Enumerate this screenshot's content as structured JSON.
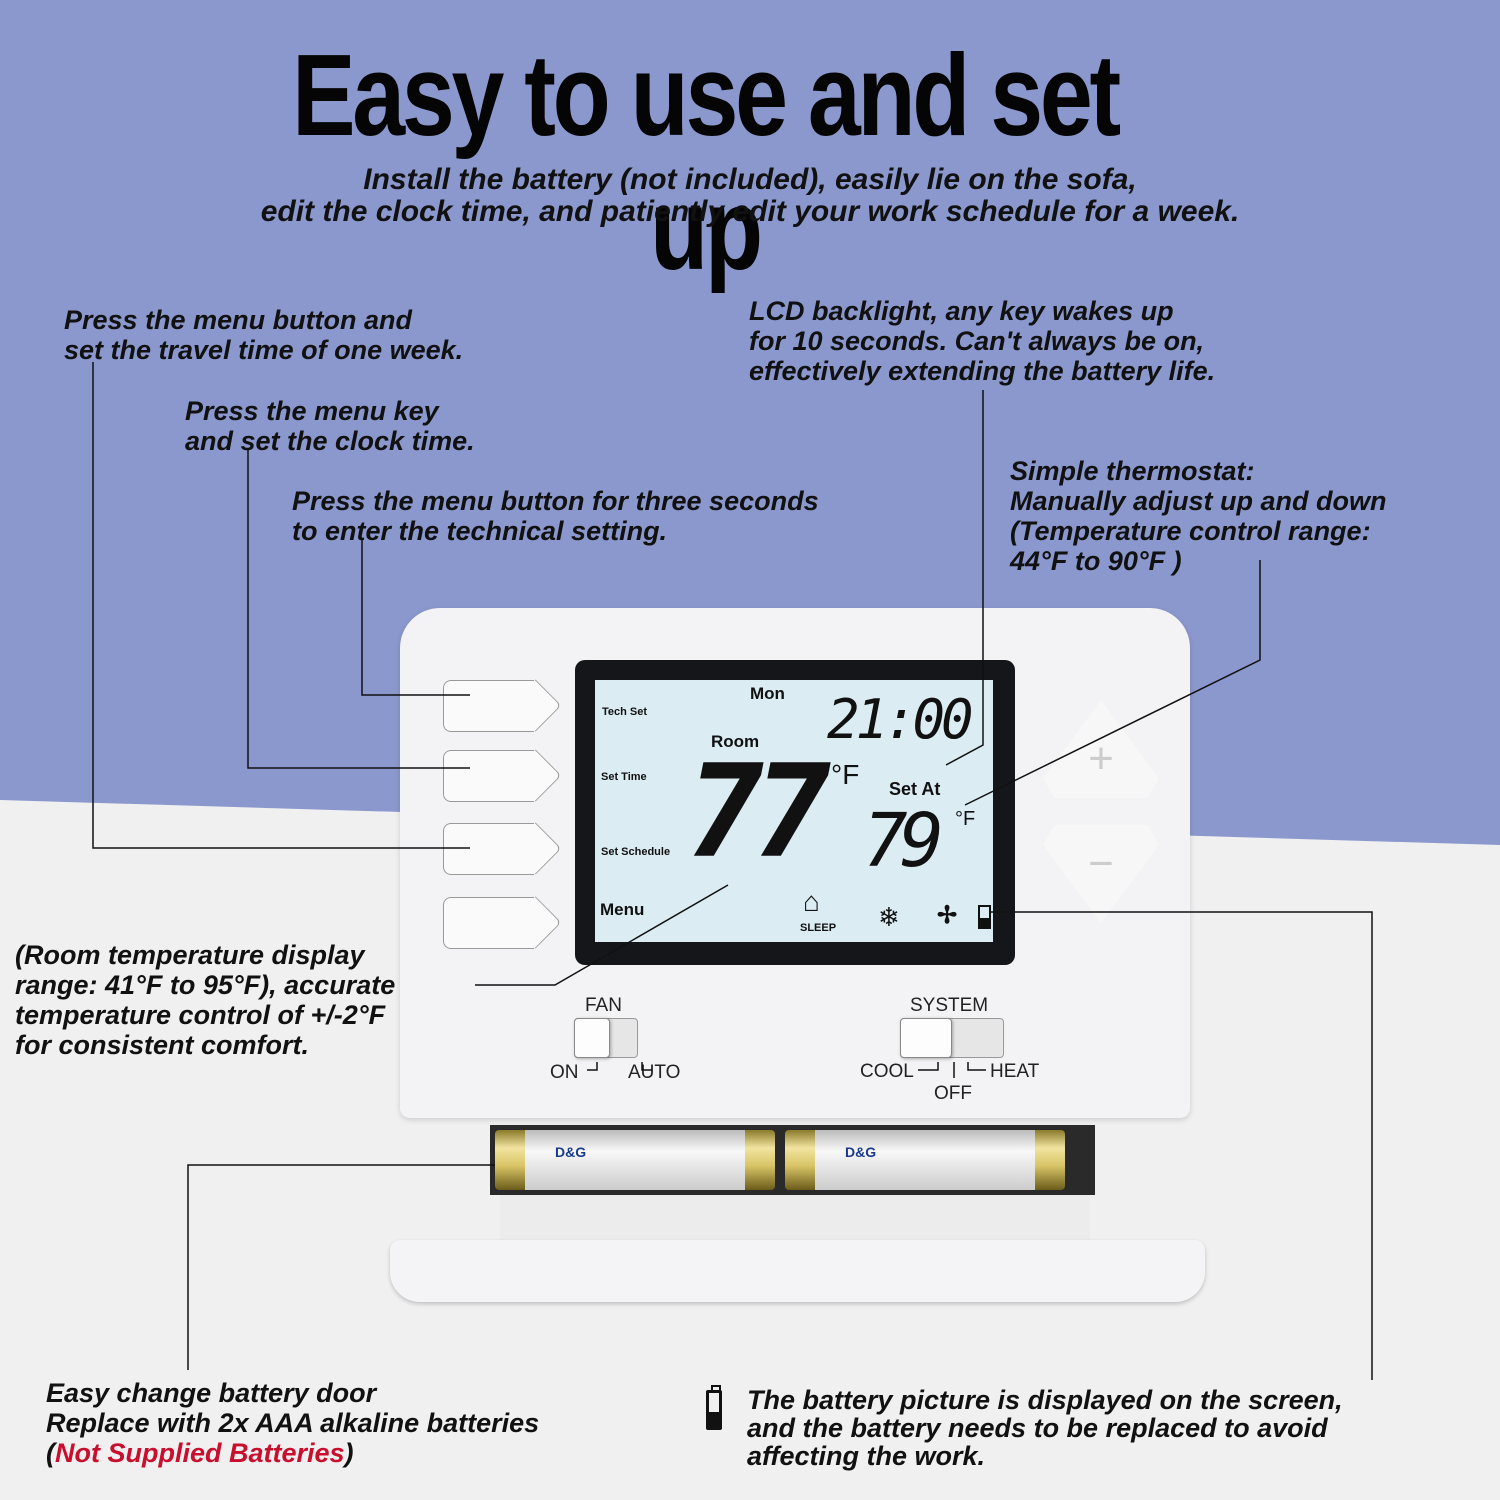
{
  "title": "Easy to use and set up",
  "subtitle": {
    "line1": "Install the battery (not included), easily lie on the sofa,",
    "line2": "edit the clock time, and patiently edit your work schedule for a week."
  },
  "callouts": {
    "travel": {
      "line1": "Press the menu button and",
      "line2": "set the travel time of one week."
    },
    "clock": {
      "line1": "Press the menu key",
      "line2": "and set the clock time."
    },
    "tech": {
      "line1": "Press the menu button for three seconds",
      "line2": "to enter the technical setting."
    },
    "backlight": {
      "line1": "LCD backlight, any key wakes up",
      "line2": "for 10 seconds. Can't always be on,",
      "line3": "effectively extending the battery life."
    },
    "simple": {
      "line1": "Simple thermostat:",
      "line2": "Manually adjust up and down",
      "line3": "(Temperature control range:",
      "line4": "44°F to 90°F )"
    },
    "room": {
      "line1": "(Room temperature display",
      "line2": "range: 41°F to 95°F), accurate",
      "line3": "temperature control of +/-2°F",
      "line4": "for consistent comfort."
    },
    "door": {
      "line1": "Easy change battery door",
      "line2": "Replace with 2x AAA alkaline batteries",
      "paren_open": "(",
      "red": "Not Supplied Batteries",
      "paren_close": ")"
    },
    "battery_screen": {
      "line1": "The battery picture is displayed on the screen,",
      "line2": "and the battery needs to be replaced to avoid",
      "line3": "affecting the work."
    }
  },
  "lcd": {
    "day": "Mon",
    "time": "21:00",
    "tech_set": "Tech Set",
    "set_time": "Set Time",
    "set_schedule": "Set Schedule",
    "menu": "Menu",
    "room_label": "Room",
    "room_temp": "77",
    "unit": "°F",
    "set_at_label": "Set At",
    "set_temp": "79",
    "sleep": "SLEEP"
  },
  "controls": {
    "plus": "+",
    "minus": "−",
    "fan_label": "FAN",
    "fan_on": "ON",
    "fan_auto": "AUTO",
    "system_label": "SYSTEM",
    "cool": "COOL",
    "off": "OFF",
    "heat": "HEAT"
  },
  "batteries": {
    "brand": "D&G"
  }
}
